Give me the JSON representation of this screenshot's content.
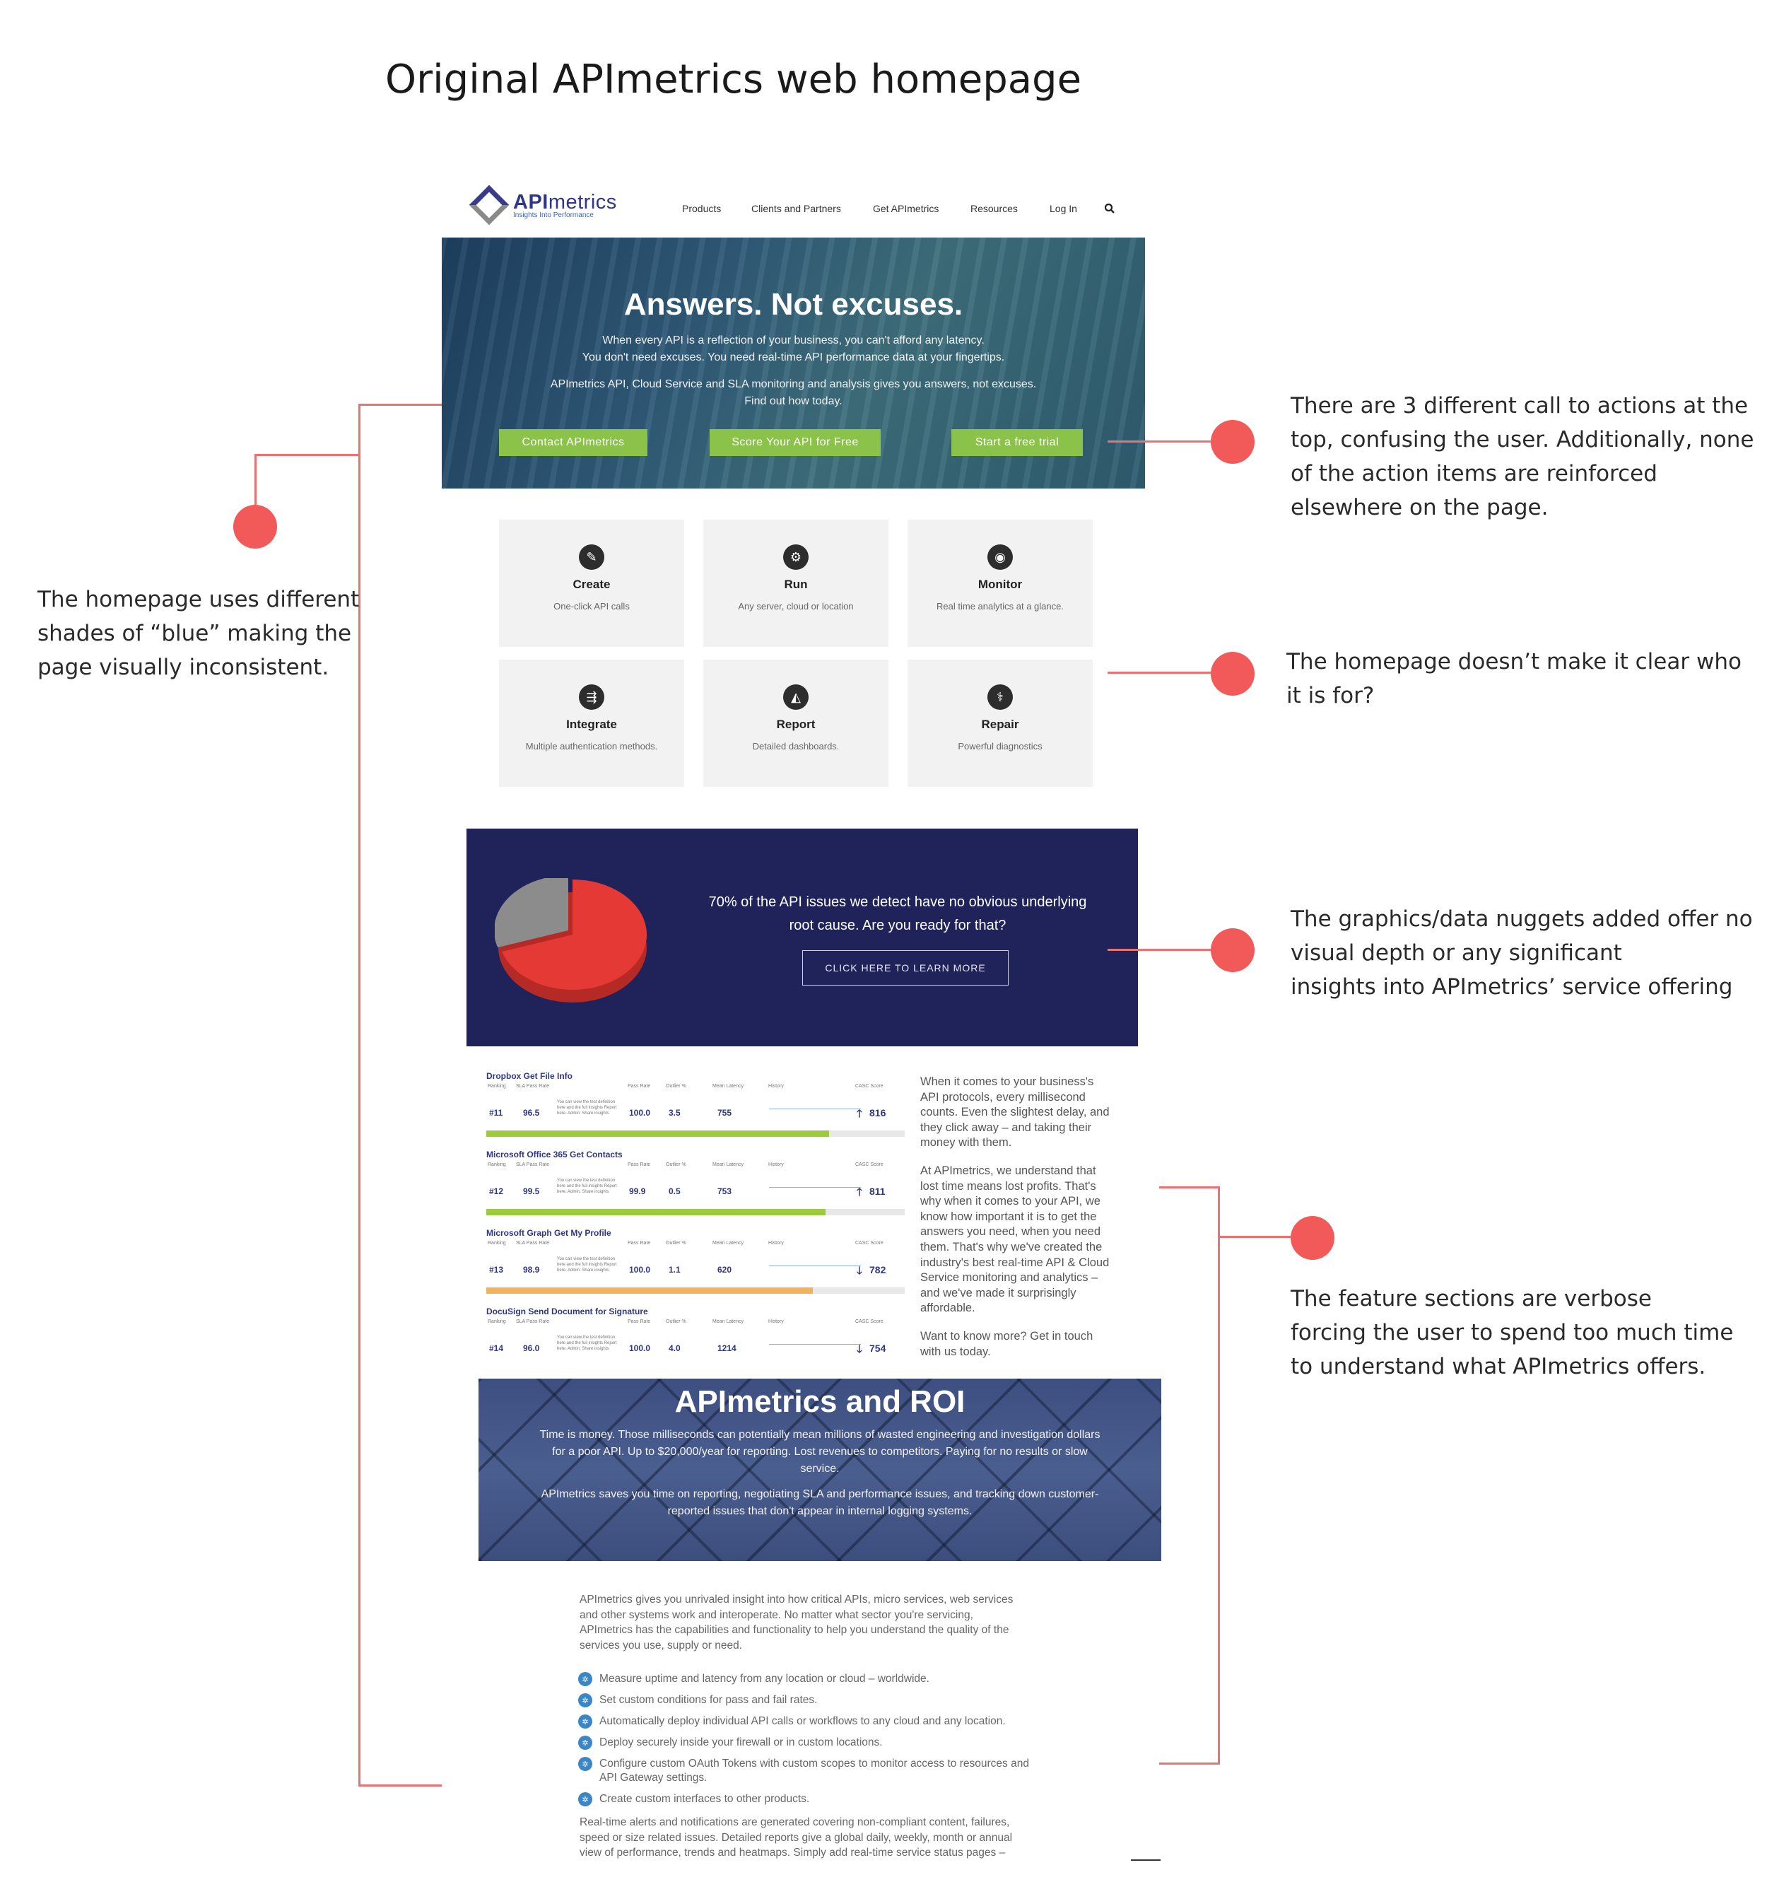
{
  "page_title": "Original APImetrics web homepage",
  "colors": {
    "annotation_red": "#f25a5a",
    "brand_blue": "#2f3686",
    "cta_green": "#8bc34a",
    "stat_navy": "#20225a",
    "pie_red": "#e53935",
    "pie_gray": "#8c8c8c"
  },
  "site": {
    "logo": {
      "name": "APImetrics",
      "name_part1": "API",
      "name_part2": "metrics",
      "tagline": "Insights Into Performance",
      "icon": "apimetrics-logo-icon"
    },
    "nav": [
      "Products",
      "Clients and Partners",
      "Get APImetrics",
      "Resources",
      "Log In"
    ],
    "search_icon": "search-icon",
    "hero": {
      "title": "Answers. Not excuses.",
      "line1": "When every API is a reflection of your business, you can't afford any latency.",
      "line2": "You don't need excuses. You need real-time API performance data at your fingertips.",
      "line3": "APImetrics API, Cloud Service and SLA monitoring and analysis gives you answers, not excuses.",
      "line4": "Find out how today.",
      "ctas": [
        "Contact APImetrics",
        "Score Your API for Free",
        "Start a free trial"
      ]
    },
    "features": [
      {
        "title": "Create",
        "subtitle": "One-click API calls",
        "icon": "brush-icon"
      },
      {
        "title": "Run",
        "subtitle": "Any server, cloud or location",
        "icon": "gears-icon"
      },
      {
        "title": "Monitor",
        "subtitle": "Real time analytics at a glance.",
        "icon": "eye-icon"
      },
      {
        "title": "Integrate",
        "subtitle": "Multiple authentication methods.",
        "icon": "usb-icon"
      },
      {
        "title": "Report",
        "subtitle": "Detailed dashboards.",
        "icon": "area-chart-icon"
      },
      {
        "title": "Repair",
        "subtitle": "Powerful diagnostics",
        "icon": "stethoscope-icon"
      }
    ],
    "stat": {
      "pie": {
        "red_share": 0.7,
        "gray_share": 0.3
      },
      "line1": "70% of the API issues we detect have no obvious underlying",
      "line2": "root cause. Are you ready for that?",
      "button": "CLICK HERE TO LEARN MORE"
    },
    "rankings": {
      "headers": [
        "Ranking",
        "SLA Pass Rate",
        "Pass Rate",
        "Outlier %",
        "Mean Latency",
        "History",
        "CASC Score"
      ],
      "note": "You can view the test definition here and the full insights Report here. Admin: Share insights",
      "rows": [
        {
          "name": "Dropbox Get File Info",
          "rank": "#11",
          "sla": "96.5",
          "pass": "100.0",
          "outlier": "3.5",
          "latency": "755",
          "arrow": "up",
          "score": "816",
          "bar_color": "#9ccc3c",
          "bar_fill": 0.82
        },
        {
          "name": "Microsoft Office 365 Get Contacts",
          "rank": "#12",
          "sla": "99.5",
          "pass": "99.9",
          "outlier": "0.5",
          "latency": "753",
          "arrow": "up",
          "score": "811",
          "bar_color": "#9ccc3c",
          "bar_fill": 0.81
        },
        {
          "name": "Microsoft Graph Get My Profile",
          "rank": "#13",
          "sla": "98.9",
          "pass": "100.0",
          "outlier": "1.1",
          "latency": "620",
          "arrow": "down",
          "score": "782",
          "bar_color": "#f0b25a",
          "bar_fill": 0.78
        },
        {
          "name": "DocuSign Send Document for Signature",
          "rank": "#14",
          "sla": "96.0",
          "pass": "100.0",
          "outlier": "4.0",
          "latency": "1214",
          "arrow": "down",
          "score": "754",
          "bar_color": "#9ccc3c",
          "bar_fill": 0.0
        }
      ]
    },
    "copy_para1": [
      "When it comes to your business's",
      "API protocols, every millisecond",
      "counts. Even the slightest delay, and",
      "they click away – and taking their",
      "money with them."
    ],
    "copy_para2": [
      "At APImetrics, we understand that",
      "lost time means lost profits. That's",
      "why when it comes to your API, we",
      "know how important it is to get the",
      "answers you need, when you need",
      "them. That's why we've created the",
      "industry's best real-time API & Cloud",
      "Service monitoring and analytics –",
      "and we've made it surprisingly",
      "affordable."
    ],
    "copy_para3": [
      "Want to know more? Get in touch",
      "with us today."
    ],
    "roi": {
      "title": "APImetrics and ROI",
      "p1_l1": "Time is money. Those milliseconds can potentially mean millions of wasted engineering and investigation dollars",
      "p1_l2": "for a poor API. Up to $20,000/year for reporting. Lost revenues to competitors. Paying for no results or slow",
      "p1_l3": "service.",
      "p2_l1": "APImetrics saves you time on reporting, negotiating SLA and performance issues, and tracking down customer-",
      "p2_l2": "reported issues that don't appear in internal logging systems."
    },
    "insight_para": [
      "APImetrics gives you unrivaled insight into how critical APIs, micro services, web services",
      "and other systems work and interoperate. No matter what sector you're servicing,",
      "APImetrics has the capabilities and functionality to help you understand the quality of the",
      "services you use, supply or need."
    ],
    "bullets": [
      [
        "Measure uptime and latency from any location or cloud – worldwide."
      ],
      [
        "Set custom conditions for pass and fail rates."
      ],
      [
        "Automatically deploy individual API calls or workflows to any cloud and any location."
      ],
      [
        "Deploy securely inside your firewall or in custom locations."
      ],
      [
        "Configure custom OAuth Tokens with custom scopes to monitor access to resources and",
        "API Gateway settings."
      ],
      [
        "Create custom interfaces to other products."
      ]
    ],
    "closing_para": [
      "Real-time alerts and notifications are generated covering non-compliant content, failures,",
      "speed or size related issues. Detailed reports give a global daily, weekly, month or annual",
      "view of performance, trends and heatmaps. Simply add real-time service status pages –"
    ]
  },
  "annotations": {
    "blue": [
      "The homepage uses different",
      "shades of “blue” making the",
      "page visually inconsistent."
    ],
    "cta": [
      "There are 3 different call to actions at the",
      "top, confusing the user. Additionally, none",
      "of the action items are reinforced",
      "elsewhere on the page."
    ],
    "who": [
      "The homepage doesn’t make it clear who",
      "it is for?"
    ],
    "graphics": [
      "The graphics/data nuggets added offer no",
      "visual depth or any significant",
      "insights into APImetrics’ service offering"
    ],
    "verbose": [
      "The feature sections are verbose",
      "forcing the user to spend too much time",
      "to understand what APImetrics offers."
    ]
  }
}
